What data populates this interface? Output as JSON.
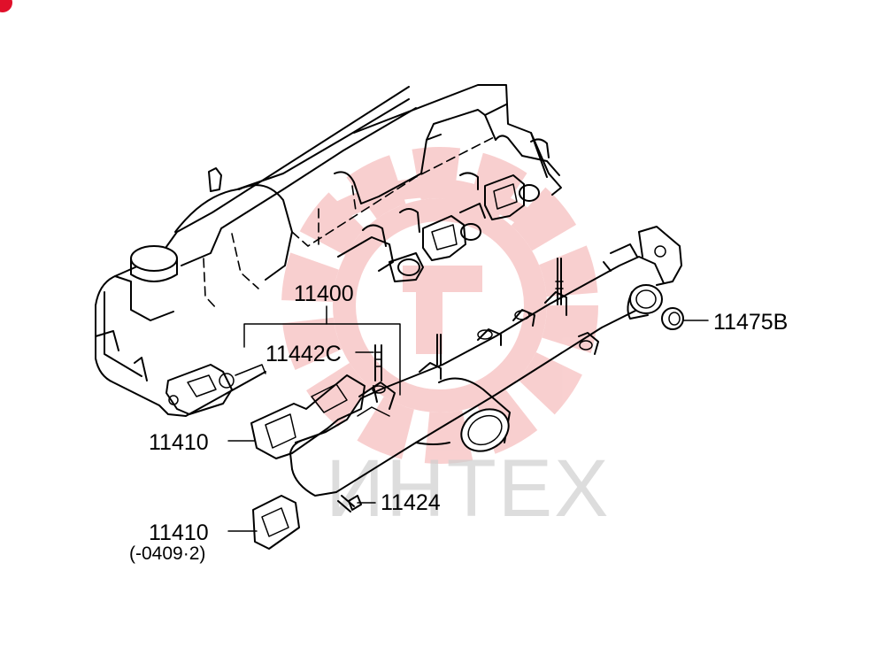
{
  "parts": {
    "manifold_assembly": "11400",
    "stud": "11442C",
    "gasket": "11410",
    "gasket_alt": "11410",
    "gasket_alt_note": "(-0409·2)",
    "bolt": "11424",
    "plug": "11475B"
  },
  "watermark": {
    "text": "ИНТЕХ",
    "color": "#f4a9a9"
  },
  "colors": {
    "line": "#000000",
    "background": "#ffffff",
    "badge": "#e0102a"
  }
}
